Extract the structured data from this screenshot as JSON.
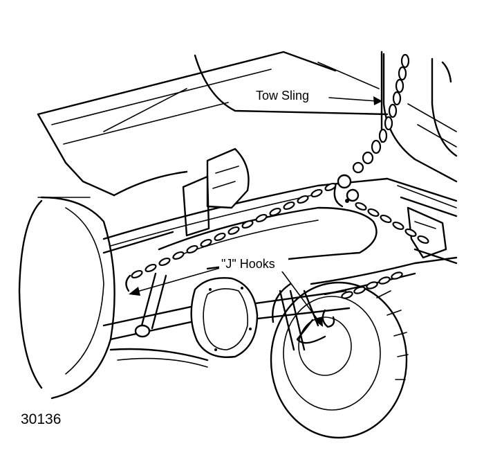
{
  "labels": {
    "tow_sling": "Tow Sling",
    "j_hooks": "\"J\" Hooks",
    "figure_number": "30136"
  },
  "colors": {
    "ink": "#000000",
    "paper": "#ffffff"
  }
}
